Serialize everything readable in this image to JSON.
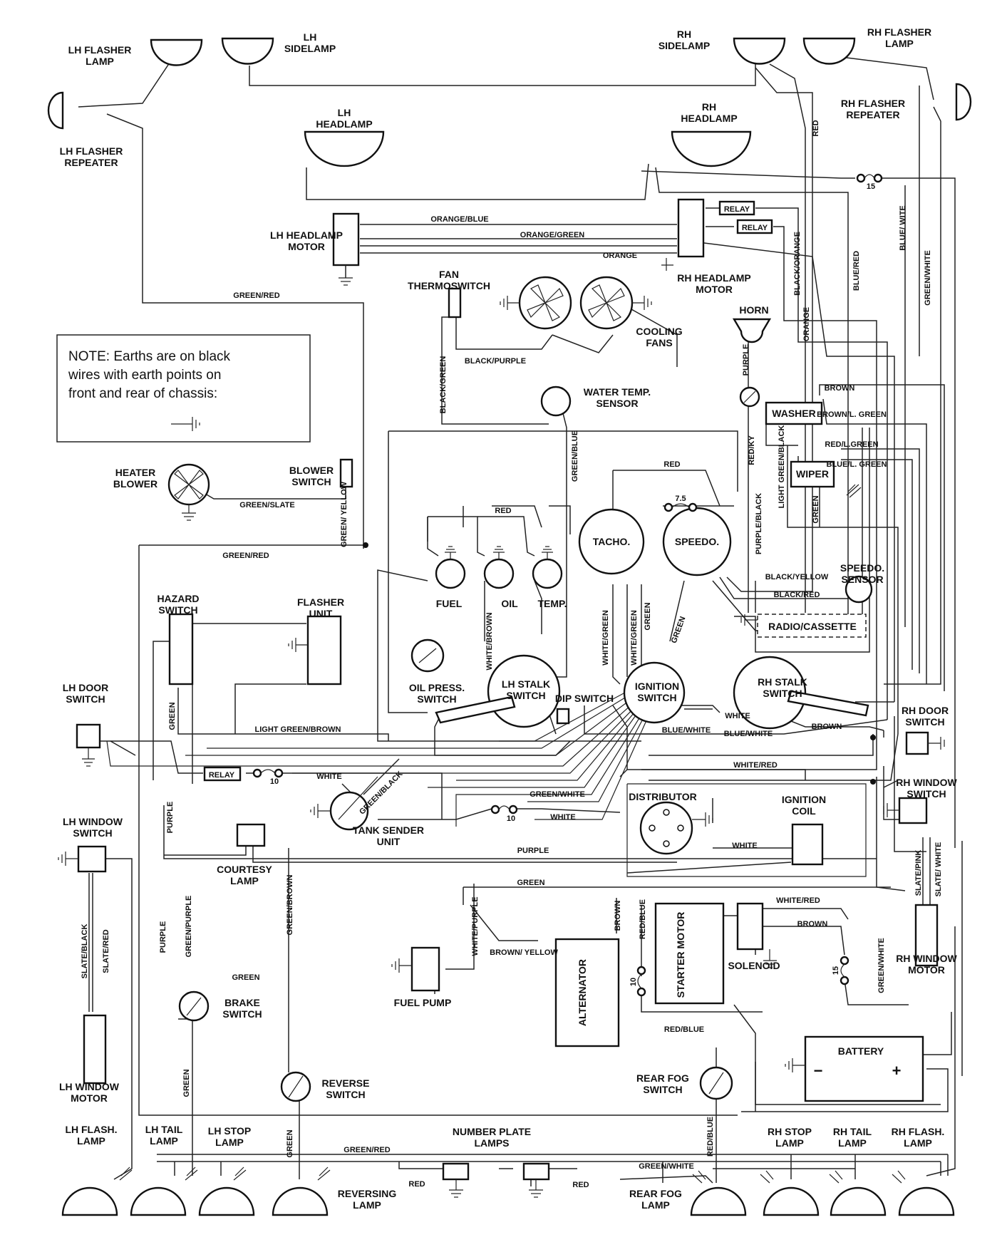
{
  "labels": {
    "lh_flasher_lamp": "LH FLASHER LAMP",
    "lh_sidelamp": "LH SIDELAMP",
    "rh_sidelamp": "RH SIDELAMP",
    "rh_flasher_lamp": "RH FLASHER LAMP",
    "lh_flasher_repeater": "LH FLASHER REPEATER",
    "rh_flasher_repeater": "RH FLASHER REPEATER",
    "lh_headlamp": "LH HEADLAMP",
    "rh_headlamp": "RH HEADLAMP",
    "lh_headlamp_motor": "LH HEADLAMP MOTOR",
    "rh_headlamp_motor": "RH HEADLAMP MOTOR",
    "relay": "RELAY",
    "fan_thermoswitch": "FAN THERMOSWITCH",
    "cooling_fans": "COOLING FANS",
    "horn": "HORN",
    "water_temp_sensor": "WATER TEMP. SENSOR",
    "washer": "WASHER",
    "wiper": "WIPER",
    "heater_blower": "HEATER BLOWER",
    "blower_switch": "BLOWER SWITCH",
    "tacho": "TACHO.",
    "speedo": "SPEEDO.",
    "fuel": "FUEL",
    "oil": "OIL",
    "temp": "TEMP.",
    "speedo_sensor": "SPEEDO. SENSOR",
    "radio_cassette": "RADIO/CASSETTE",
    "hazard_switch": "HAZARD SWITCH",
    "flasher_unit": "FLASHER UNIT",
    "oil_press_switch": "OIL PRESS. SWITCH",
    "lh_stalk_switch": "LH STALK SWITCH",
    "dip_switch": "DIP SWITCH",
    "ignition_switch": "IGNITION SWITCH",
    "rh_stalk_switch": "RH STALK SWITCH",
    "lh_door_switch": "LH DOOR SWITCH",
    "rh_door_switch": "RH DOOR SWITCH",
    "tank_sender_unit": "TANK SENDER UNIT",
    "distributor": "DISTRIBUTOR",
    "ignition_coil": "IGNITION COIL",
    "rh_window_switch": "RH WINDOW SWITCH",
    "lh_window_switch": "LH WINDOW SWITCH",
    "courtesy_lamp": "COURTESY LAMP",
    "starter_motor": "STARTER MOTOR",
    "solenoid": "SOLENOID",
    "rh_window_motor": "RH WINDOW MOTOR",
    "lh_window_motor": "LH WINDOW MOTOR",
    "brake_switch": "BRAKE SWITCH",
    "fuel_pump": "FUEL PUMP",
    "alternator": "ALTERNATOR",
    "battery": "BATTERY",
    "battery_minus": "−",
    "battery_plus": "+",
    "reverse_switch": "REVERSE SWITCH",
    "rear_fog_switch": "REAR FOG SWITCH",
    "lh_flash_lamp": "LH FLASH. LAMP",
    "lh_tail_lamp": "LH TAIL LAMP",
    "lh_stop_lamp": "LH STOP LAMP",
    "number_plate_lamps": "NUMBER PLATE LAMPS",
    "rh_stop_lamp": "RH STOP LAMP",
    "rh_tail_lamp": "RH TAIL LAMP",
    "rh_flash_lamp": "RH FLASH. LAMP",
    "reversing_lamp": "REVERSING LAMP",
    "rear_fog_lamp": "REAR FOG LAMP"
  },
  "fuses": {
    "f15_top": "15",
    "f7_5": "7.5",
    "f10_relay": "10",
    "f10_tank": "10",
    "f10_alt": "10",
    "f15_sol": "15"
  },
  "wires": {
    "orange_blue": "ORANGE/BLUE",
    "orange_green": "ORANGE/GREEN",
    "orange": "ORANGE",
    "orange_vert": "ORANGE",
    "green_red_top": "GREEN/RED",
    "green_red_mid": "GREEN/RED",
    "green_red_bottom": "GREEN/RED",
    "black_purple": "BLACK/PURPLE",
    "black_green": "BLACK/GREEN",
    "green_blue": "GREEN/BLUE",
    "green_slate": "GREEN/SLATE",
    "green_yellow": "GREEN/ YELLOW",
    "red_tacho": "RED",
    "red_gauges": "RED",
    "red_right": "RED",
    "red_np1": "RED",
    "red_np2": "RED",
    "purple_horn": "PURPLE",
    "red_ky": "RED/KY",
    "purple_black": "PURPLE/BLACK",
    "light_green_black": "LIGHT GREEN/BLACK",
    "green_wiper": "GREEN",
    "brown_washer": "BROWN",
    "brown_lgreen": "BROWN/L. GREEN",
    "red_lgreen": "RED/L.GREEN",
    "blue_lgreen": "BLUE/L. GREEN",
    "black_orange": "BLACK/ORANGE",
    "blue_red": "BLUE/RED",
    "blue_white": "BLUE/ WITE",
    "green_white_vert": "GREEN/WHITE",
    "black_yellow": "BLACK/YELLOW",
    "black_red": "BLACK/RED",
    "white_brown": "WHITE/BROWN",
    "white_green_v": "WHITE/GREEN",
    "white_green_h": "WHITE/GREEN",
    "green_ign": "GREEN",
    "green_speedo": "GREEN",
    "green_hazard": "GREEN",
    "light_green_brown": "LIGHT GREEN/BROWN",
    "white_rh": "WHITE",
    "blue_white_1": "BLUE/WHITE",
    "blue_white_2": "BLUE/WHITE",
    "brown_rh": "BROWN",
    "white_red_1": "WHITE/RED",
    "white_red_2": "WHITE/RED",
    "white_relay": "WHITE",
    "green_black": "GREEN/BLACK",
    "green_white_tank": "GREEN/WHITE",
    "white_tank": "WHITE",
    "white_dist": "WHITE",
    "purple_mid": "PURPLE",
    "purple_left": "PURPLE",
    "purple_low": "PURPLE",
    "green_mid": "GREEN",
    "green_low": "GREEN",
    "green_rev": "GREEN",
    "green_brake": "GREEN",
    "green_purple": "GREEN/PURPLE",
    "green_brown": "GREEN/BROWN",
    "white_purple": "WHITE/PURPLE",
    "brown_yellow": "BROWN/ YELLOW",
    "brown_alt": "BROWN",
    "brown_sol": "BROWN",
    "red_blue_1": "RED/BLUE",
    "red_blue_2": "RED/BLUE",
    "red_blue_3": "RED/BLUE",
    "slate_black": "SLATE/BLACK",
    "slate_red": "SLATE/RED",
    "slate_pink": "SLATE/PINK",
    "slate_white": "SLATE/ WHITE",
    "green_white_rear": "GREEN/WHITE",
    "green_white_right": "GREEN/WHITE"
  },
  "note": {
    "line1": "NOTE: Earths are on black",
    "line2": "wires with earth points on",
    "line3": "front and rear of chassis:"
  }
}
